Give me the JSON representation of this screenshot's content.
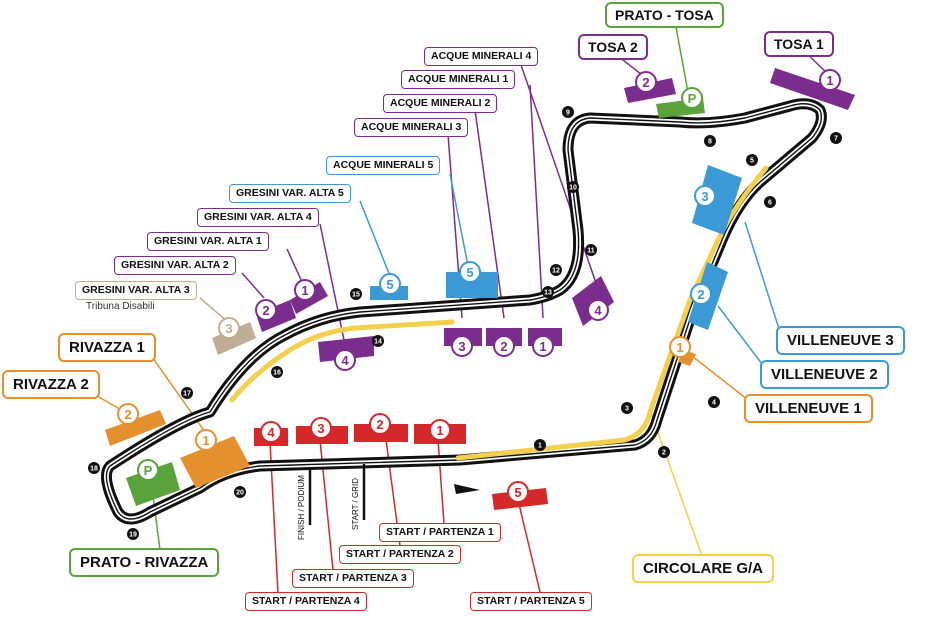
{
  "colors": {
    "purple": "#7b2d8e",
    "blue": "#3b9ad6",
    "beige": "#bfae95",
    "orange": "#e5902f",
    "red": "#d5282a",
    "green": "#5aa33a",
    "yellow": "#f2d04b",
    "track": "#111111"
  },
  "labels": {
    "prato_tosa": "PRATO - TOSA",
    "tosa_2": "TOSA 2",
    "tosa_1": "TOSA 1",
    "acque_4": "ACQUE MINERALI 4",
    "acque_1": "ACQUE MINERALI 1",
    "acque_2": "ACQUE MINERALI 2",
    "acque_3": "ACQUE MINERALI 3",
    "acque_5": "ACQUE MINERALI 5",
    "gresini_5": "GRESINI VAR. ALTA 5",
    "gresini_4": "GRESINI VAR. ALTA 4",
    "gresini_1": "GRESINI VAR. ALTA 1",
    "gresini_2": "GRESINI VAR. ALTA 2",
    "gresini_3": "GRESINI VAR. ALTA 3",
    "tribuna_disabili": "Tribuna Disabili",
    "rivazza_1": "RIVAZZA 1",
    "rivazza_2": "RIVAZZA 2",
    "villeneuve_3": "VILLENEUVE 3",
    "villeneuve_2": "VILLENEUVE 2",
    "villeneuve_1": "VILLENEUVE 1",
    "circolare": "CIRCOLARE G/A",
    "prato_rivazza": "PRATO - RIVAZZA",
    "start_1": "START / PARTENZA 1",
    "start_2": "START / PARTENZA 2",
    "start_3": "START / PARTENZA 3",
    "start_4": "START / PARTENZA 4",
    "start_5": "START / PARTENZA 5",
    "finish_podium": "FINISH / PODIUM",
    "start_grid": "START / GRID"
  },
  "turns": [
    "1",
    "2",
    "3",
    "4",
    "5",
    "6",
    "7",
    "8",
    "9",
    "10",
    "11",
    "12",
    "13",
    "14",
    "15",
    "16",
    "17",
    "18",
    "19",
    "20"
  ],
  "stands": {
    "tosa_2": "2",
    "prato_tosa": "P",
    "tosa_1": "1",
    "villeneuve_3": "3",
    "villeneuve_2": "2",
    "villeneuve_1": "1",
    "acque_4": "4",
    "acque_1": "1",
    "acque_2": "2",
    "acque_3": "3",
    "acque_5": "5",
    "gresini_5": "5",
    "gresini_4": "4",
    "gresini_1": "1",
    "gresini_2": "2",
    "gresini_3": "3",
    "rivazza_1": "1",
    "rivazza_2": "2",
    "prato_rivazza": "P",
    "start_4": "4",
    "start_3": "3",
    "start_2": "2",
    "start_1": "1",
    "start_5": "5"
  }
}
